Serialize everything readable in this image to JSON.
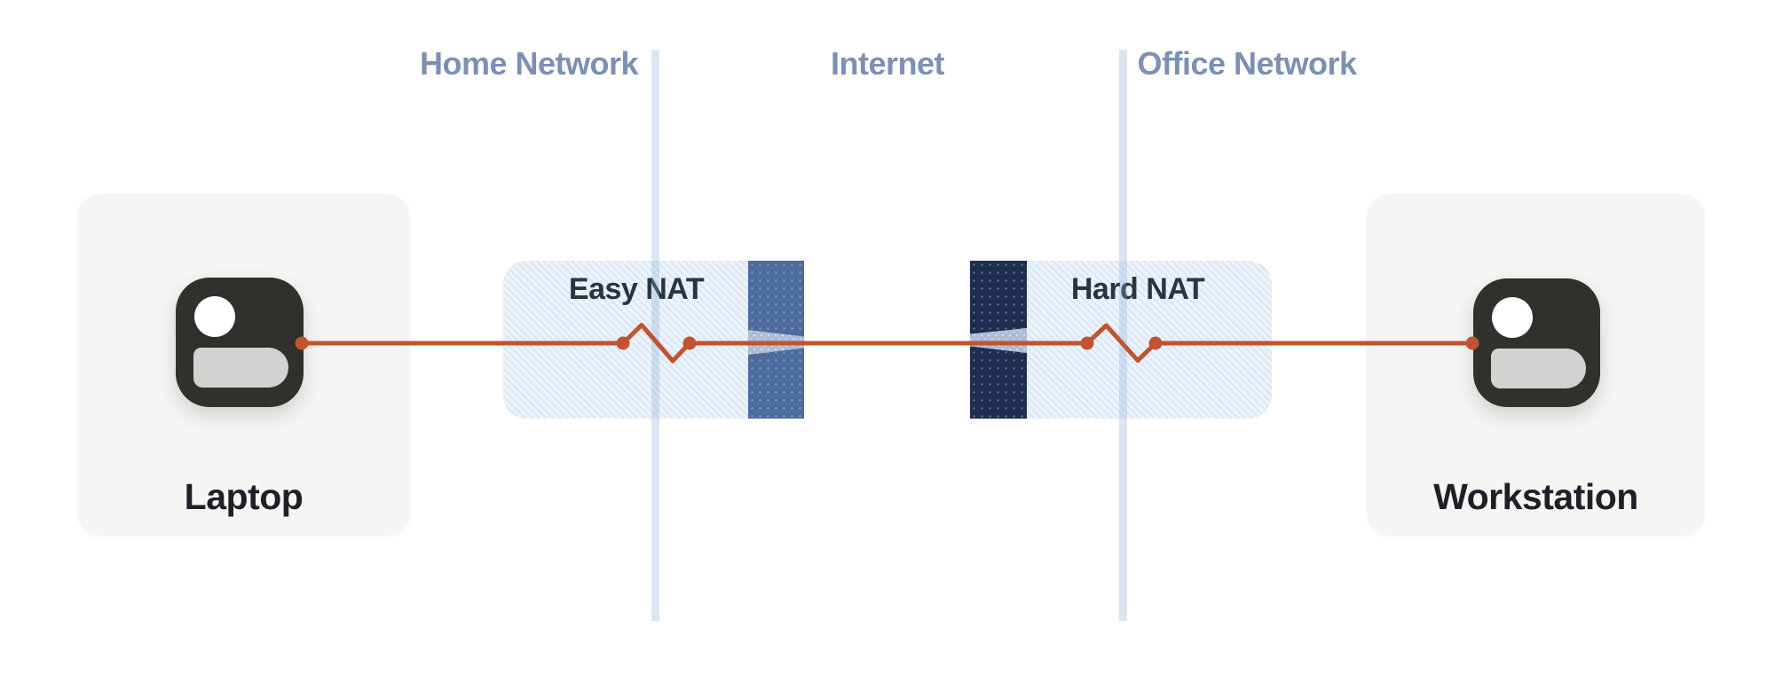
{
  "sections": [
    {
      "label": "Home Network"
    },
    {
      "label": "Internet"
    },
    {
      "label": "Office Network"
    }
  ],
  "devices": [
    {
      "label": "Laptop"
    },
    {
      "label": "Workstation"
    }
  ],
  "nats": [
    {
      "label": "Easy NAT"
    },
    {
      "label": "Hard NAT"
    }
  ],
  "colors": {
    "accent": "#c05430",
    "easy-bar": "#4d6b9d",
    "hard-bar": "#1e2e51",
    "wedge": "#aebcd6",
    "section-label": "#7b90b5",
    "nat-title": "#2a3441",
    "device-text": "#1d2026",
    "card": "#f6f5f3",
    "icon": "#32302d",
    "icon-bar": "#d2d2d0",
    "hatch-a": "#dbe7f4",
    "hatch-b": "#edf3fa",
    "divider": "rgba(140,172,214,0.30)"
  }
}
